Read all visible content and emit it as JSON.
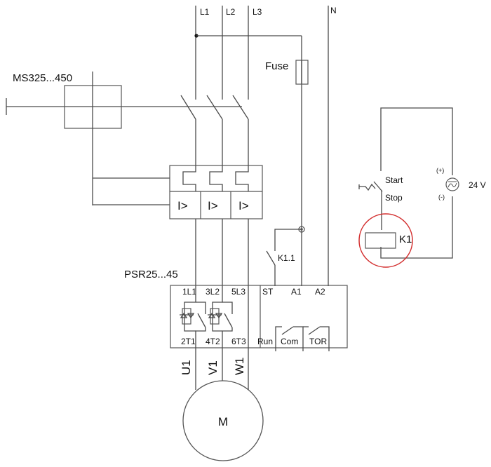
{
  "diagram": {
    "type": "electrical-schematic",
    "lines": {
      "l1": "L1",
      "l2": "L2",
      "l3": "L3",
      "neutral": "N"
    },
    "fuse": {
      "label": "Fuse"
    },
    "motor_starter": {
      "label": "MS325...450",
      "trip_symbol": "I>"
    },
    "soft_starter": {
      "label": "PSR25...45",
      "inputs": [
        "1L1",
        "3L2",
        "5L3"
      ],
      "control_terminals": [
        "ST",
        "A1",
        "A2"
      ],
      "outputs": [
        "2T1",
        "4T2",
        "6T3"
      ],
      "relay_terminals": [
        "Run",
        "Com",
        "TOR"
      ]
    },
    "contact": {
      "label": "K1.1"
    },
    "motor": {
      "label": "M",
      "terminals": [
        "U1",
        "V1",
        "W1"
      ]
    },
    "control_circuit": {
      "start_label": "Start",
      "stop_label": "Stop",
      "coil_label": "K1",
      "supply_voltage": "24 V",
      "plus_label": "(+)",
      "minus_label": "(-)",
      "highlight_color": "#d32f2f"
    }
  }
}
